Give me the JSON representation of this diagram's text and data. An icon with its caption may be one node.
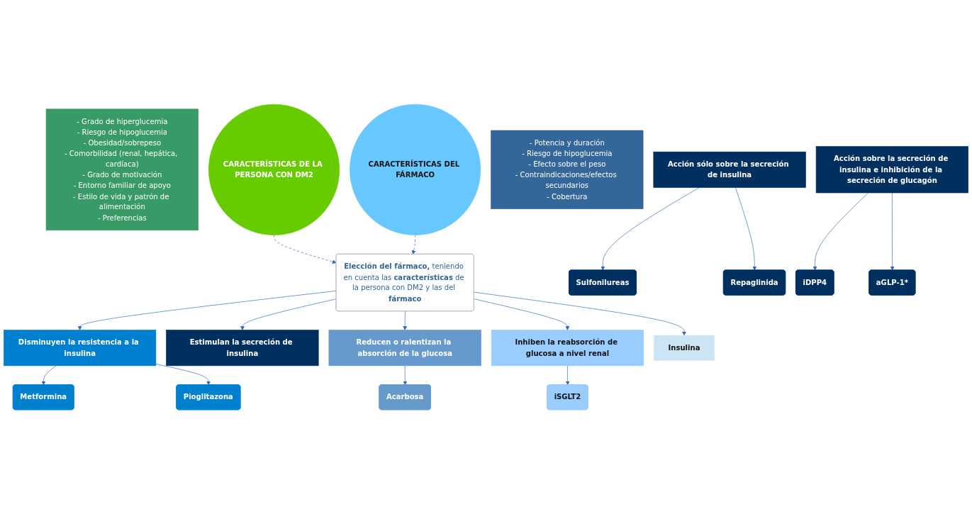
{
  "diagram": {
    "nodes": [
      {
        "text": [
          "- Grado de hiperglucemia",
          "- Riesgo de hipoglucemia",
          "- Obesidad/sobrepeso",
          "- Comorbilidad (renal, hepática, cardíaca)",
          "- Grado de motivación",
          "- Entorno familiar de apoyo",
          "- Estilo de vida y patrón de alimentación",
          "- Preferencias"
        ]
      },
      {
        "text": [
          "CARACTERÍSTICAS DE LA PERSONA CON DM2"
        ]
      },
      {
        "text": [
          "CARACTERÍSTICAS DEL FÁRMACO"
        ]
      },
      {
        "text": [
          "- Potencia y duración",
          "- Riesgo de hipoglucemia",
          "- Efecto sobre el peso",
          "- Contraindicaciones/efectos secundarios",
          "- Cobertura"
        ]
      },
      {
        "text": [
          "**Elección del fármaco,** teniendo en cuenta las **características** de la persona con DM2 y las del **fármaco**"
        ]
      },
      {
        "text": [
          "Disminuyen la resistencia a la insulina"
        ]
      },
      {
        "text": [
          "Estimulan la secreción de insulina"
        ]
      },
      {
        "text": [
          "Acción sólo sobre la secreción de insulina"
        ]
      },
      {
        "text": [
          "Acción sobre la secreción de insulina e inhibición de la secreción de glucagón"
        ]
      },
      {
        "text": [
          "Reducen o ralentizan la absorción de la glucosa"
        ]
      },
      {
        "text": [
          "Inhiben la reabsorción de glucosa a nivel renal"
        ]
      },
      {
        "text": [
          "Insulina"
        ]
      },
      {
        "text": [
          "Metformina"
        ]
      },
      {
        "text": [
          "Pioglitazona"
        ]
      },
      {
        "text": [
          "Sulfonilureas"
        ]
      },
      {
        "text": [
          "Repaglinida"
        ]
      },
      {
        "text": [
          "iDPP4"
        ]
      },
      {
        "text": [
          "aGLP-1*"
        ]
      },
      {
        "text": [
          "Acarbosa"
        ]
      },
      {
        "text": [
          "iSGLT2"
        ]
      }
    ],
    "edges": [
      {
        "from": 1,
        "to": 4,
        "arrow": "to",
        "style": "dashed"
      },
      {
        "from": 2,
        "to": 4,
        "arrow": "to",
        "style": "dashed"
      },
      {
        "from": 4,
        "to": 5,
        "arrow": "to"
      },
      {
        "from": 4,
        "to": 6,
        "arrow": "to"
      },
      {
        "from": 4,
        "to": 9,
        "arrow": "to"
      },
      {
        "from": 4,
        "to": 10,
        "arrow": "to"
      },
      {
        "from": 4,
        "to": 11,
        "arrow": "to"
      },
      {
        "from": 5,
        "to": 12,
        "arrow": "to"
      },
      {
        "from": 5,
        "to": 13,
        "arrow": "to"
      },
      {
        "from": 7,
        "to": 14,
        "arrow": "to"
      },
      {
        "from": 7,
        "to": 15,
        "arrow": "to"
      },
      {
        "from": 8,
        "to": 16,
        "arrow": "to"
      },
      {
        "from": 8,
        "to": 17,
        "arrow": "to"
      },
      {
        "from": 9,
        "to": 18,
        "arrow": "to"
      },
      {
        "from": 10,
        "to": 19,
        "arrow": "to"
      }
    ]
  }
}
